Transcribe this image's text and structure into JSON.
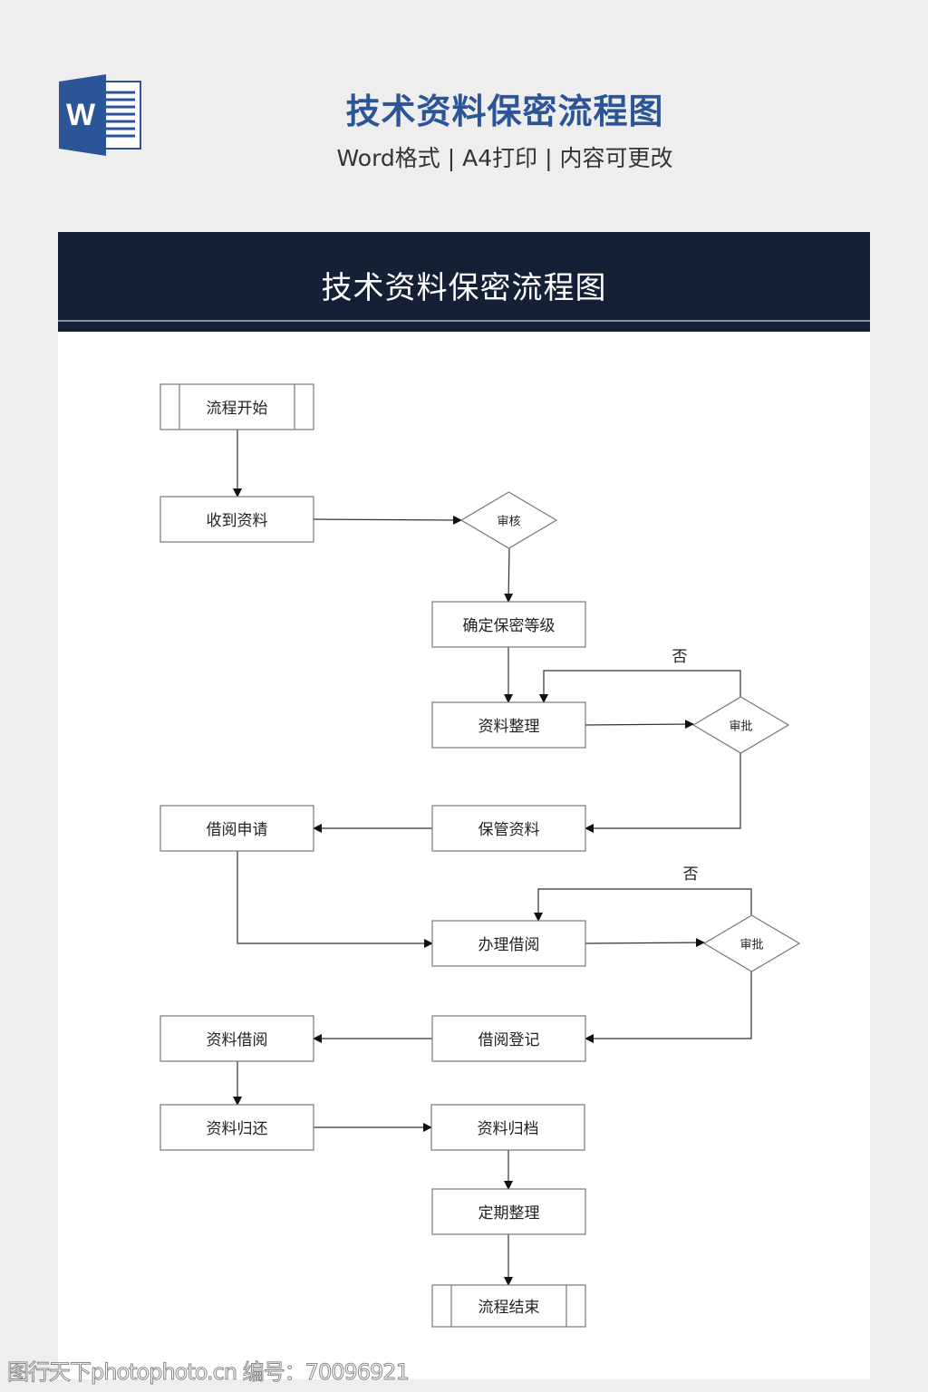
{
  "header": {
    "icon": "word-document-icon",
    "title": "技术资料保密流程图",
    "subtitle": "Word格式 | A4打印 | 内容可更改"
  },
  "banner": {
    "title": "技术资料保密流程图"
  },
  "flowchart": {
    "nodes": [
      {
        "id": "start",
        "type": "terminal",
        "label": "流程开始"
      },
      {
        "id": "receive",
        "type": "process",
        "label": "收到资料"
      },
      {
        "id": "review",
        "type": "decision",
        "label": "审核"
      },
      {
        "id": "level",
        "type": "process",
        "label": "确定保密等级"
      },
      {
        "id": "organize",
        "type": "process",
        "label": "资料整理"
      },
      {
        "id": "approve1",
        "type": "decision",
        "label": "审批"
      },
      {
        "id": "keep",
        "type": "process",
        "label": "保管资料"
      },
      {
        "id": "apply",
        "type": "process",
        "label": "借阅申请"
      },
      {
        "id": "handle",
        "type": "process",
        "label": "办理借阅"
      },
      {
        "id": "approve2",
        "type": "decision",
        "label": "审批"
      },
      {
        "id": "register",
        "type": "process",
        "label": "借阅登记"
      },
      {
        "id": "borrow",
        "type": "process",
        "label": "资料借阅"
      },
      {
        "id": "return",
        "type": "process",
        "label": "资料归还"
      },
      {
        "id": "archive",
        "type": "process",
        "label": "资料归档"
      },
      {
        "id": "regular",
        "type": "process",
        "label": "定期整理"
      },
      {
        "id": "end",
        "type": "terminal",
        "label": "流程结束"
      }
    ],
    "edges": [
      {
        "from": "start",
        "to": "receive"
      },
      {
        "from": "receive",
        "to": "review"
      },
      {
        "from": "review",
        "to": "level"
      },
      {
        "from": "level",
        "to": "organize"
      },
      {
        "from": "organize",
        "to": "approve1"
      },
      {
        "from": "approve1",
        "to": "organize",
        "label": "否"
      },
      {
        "from": "approve1",
        "to": "keep"
      },
      {
        "from": "keep",
        "to": "apply"
      },
      {
        "from": "apply",
        "to": "handle"
      },
      {
        "from": "handle",
        "to": "approve2"
      },
      {
        "from": "approve2",
        "to": "handle",
        "label": "否"
      },
      {
        "from": "approve2",
        "to": "register"
      },
      {
        "from": "register",
        "to": "borrow"
      },
      {
        "from": "borrow",
        "to": "return"
      },
      {
        "from": "return",
        "to": "archive"
      },
      {
        "from": "archive",
        "to": "regular"
      },
      {
        "from": "regular",
        "to": "end"
      }
    ]
  },
  "watermark": "图行天下photophoto.cn 编号：70096921"
}
